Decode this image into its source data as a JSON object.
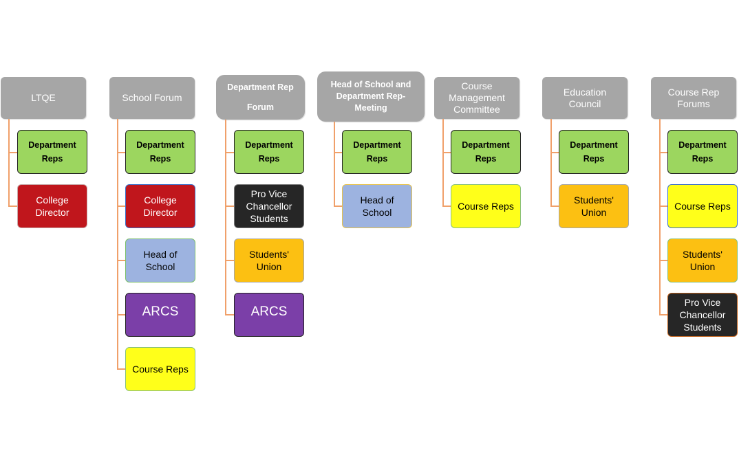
{
  "columns": [
    {
      "header": "LTQE",
      "items": [
        "Department Reps",
        "College Director"
      ]
    },
    {
      "header": "School Forum",
      "items": [
        "Department Reps",
        "College Director",
        "Head of School",
        "ARCS",
        "Course Reps"
      ]
    },
    {
      "header": "Department Rep Forum",
      "items": [
        "Department Reps",
        "Pro Vice Chancellor Students",
        "Students' Union",
        "ARCS"
      ]
    },
    {
      "header": "Head of School and Department Rep- Meeting",
      "items": [
        "Department Reps",
        "Head of School"
      ]
    },
    {
      "header": "Course Management Committee",
      "items": [
        "Department Reps",
        "Course Reps"
      ]
    },
    {
      "header": "Education Council",
      "items": [
        "Department Reps",
        "Students' Union"
      ]
    },
    {
      "header": "Course Rep Forums",
      "items": [
        "Department Reps",
        "Course Reps",
        "Students' Union",
        "Pro Vice Chancellor Students"
      ]
    }
  ],
  "colors": {
    "header": "#a6a6a6",
    "department_reps": "#9cd65f",
    "college_director": "#c0161c",
    "head_of_school": "#9db3e0",
    "arcs": "#7b3fa8",
    "course_reps": "#ffff1a",
    "students_union": "#fcc012",
    "pro_vice_chancellor": "#262626",
    "connector": "#f0a06a"
  }
}
